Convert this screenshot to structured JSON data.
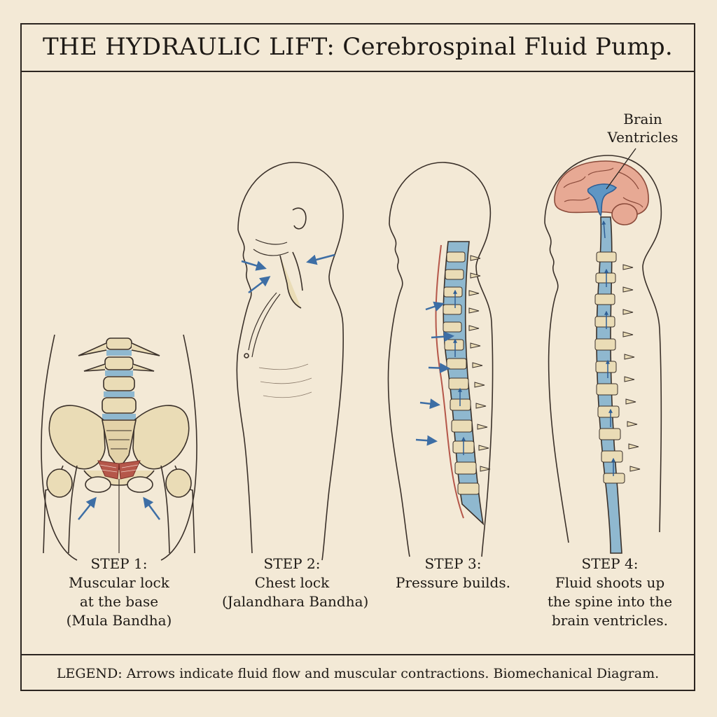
{
  "title": "THE HYDRAULIC LIFT: Cerebrospinal Fluid Pump.",
  "callout": {
    "line1": "Brain",
    "line2": "Ventricles"
  },
  "steps": [
    {
      "heading": "STEP 1:",
      "lines": [
        "Muscular lock",
        "at the base",
        "(Mula Bandha)"
      ]
    },
    {
      "heading": "STEP 2:",
      "lines": [
        "Chest lock",
        "(Jalandhara Bandha)",
        ""
      ]
    },
    {
      "heading": "STEP 3:",
      "lines": [
        "Pressure builds.",
        "",
        ""
      ]
    },
    {
      "heading": "STEP 4:",
      "lines": [
        "Fluid shoots up",
        "the spine into the",
        "brain ventricles."
      ]
    }
  ],
  "legend": "LEGEND: Arrows indicate fluid flow and muscular contractions. Biomechanical Diagram.",
  "colors": {
    "paper": "#f3e9d6",
    "ink": "#2b2520",
    "bone": "#eadcb6",
    "fluid": "#8fb8cf",
    "arrow": "#3d6ea5",
    "muscle": "#b5574a",
    "brain": "#e7a994"
  }
}
